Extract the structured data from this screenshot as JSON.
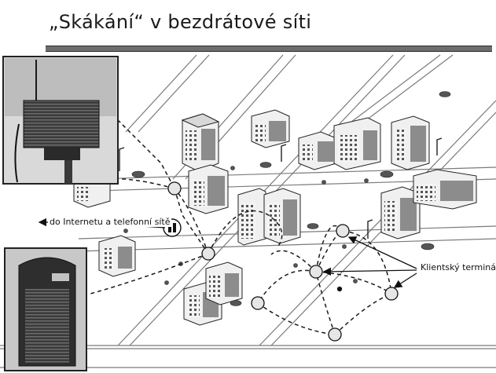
{
  "slide": {
    "title": "„Skákání“ v bezdrátové síti"
  },
  "labels": {
    "internet": "do Internetu a telefonní sítě",
    "client_terminal": "Klientský terminál"
  },
  "icons": [
    "antenna-router-photo",
    "server-photo",
    "building-icon",
    "tree-icon",
    "car-icon",
    "terminal-node-icon",
    "phone-booth-icon",
    "arrow-icon"
  ],
  "colors": {
    "title_rule": "#6d6d6d",
    "ink": "#1a1a1a",
    "background": "#ffffff"
  }
}
